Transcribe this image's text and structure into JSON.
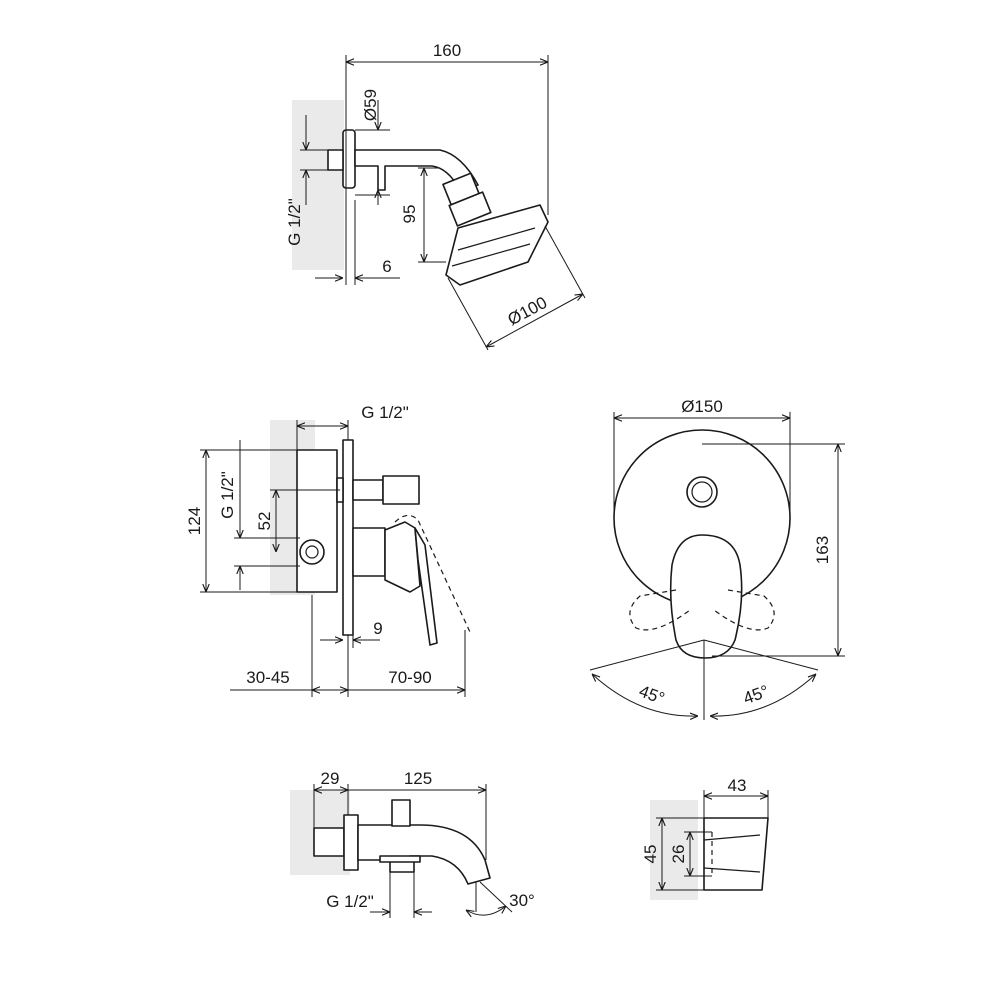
{
  "shower_head": {
    "width": "160",
    "flange_dia": "Ø59",
    "thread": "G 1/2\"",
    "drop": "95",
    "wall_gap": "6",
    "head_dia": "Ø100"
  },
  "mixer_side": {
    "thread_top": "G 1/2\"",
    "height": "124",
    "thread_side": "G 1/2\"",
    "spacing": "52",
    "plate_offset": "9",
    "depth_wall": "30-45",
    "depth_front": "70-90"
  },
  "mixer_front": {
    "plate_dia": "Ø150",
    "height": "163",
    "angle_left": "45°",
    "angle_right": "45°"
  },
  "spout": {
    "flange": "29",
    "length": "125",
    "thread": "G 1/2\"",
    "angle": "30°"
  },
  "holder": {
    "depth": "43",
    "height": "45",
    "inner": "26"
  }
}
